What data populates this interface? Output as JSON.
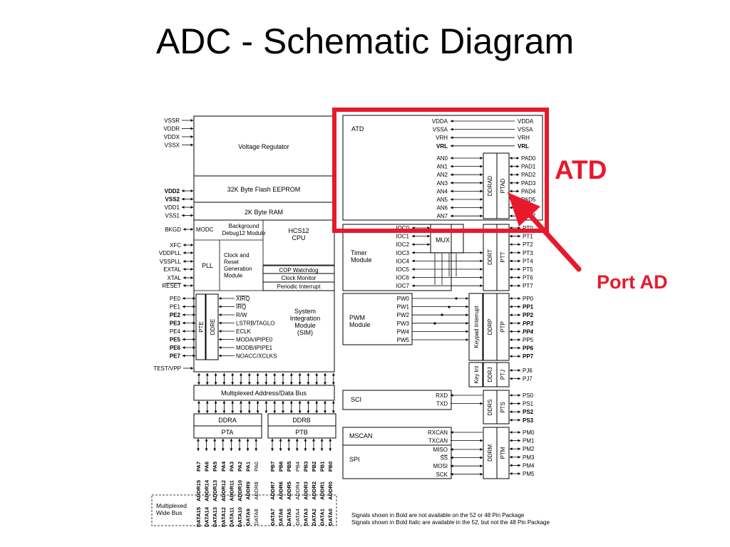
{
  "slide": {
    "title": "ADC - Schematic Diagram"
  },
  "annotations": {
    "atd": "ATD",
    "port_ad": "Port AD",
    "highlight_color": "#e8192c"
  },
  "blocks": {
    "voltage_regulator": "Voltage Regulator",
    "flash": "32K Byte Flash EEPROM",
    "ram": "2K Byte RAM",
    "bkgd_lines": [
      "Background",
      "Debug12 Module"
    ],
    "cpu_lines": [
      "HCS12",
      "CPU"
    ],
    "pll": "PLL",
    "ccr_lines": [
      "Clock and",
      "Reset",
      "Generation",
      "Module"
    ],
    "cop": "COP Watchdog",
    "clock_monitor": "Clock Monitor",
    "periodic": "Periodic Interrupt",
    "sim_lines": [
      "System",
      "Integration",
      "Module",
      "(SIM)"
    ],
    "dir_pe": "DDRE",
    "pte": "PTE",
    "bus": "Multiplexed Address/Data Bus",
    "ddra": "DDRA",
    "pta": "PTA",
    "ddrb": "DDRB",
    "ptb": "PTB",
    "atd": "ATD",
    "mux": "MUX",
    "timer_lines": [
      "Timer",
      "Module"
    ],
    "pwm_lines": [
      "PWM",
      "Module"
    ],
    "sci": "SCI",
    "mscan": "MSCAN",
    "spi": "SPI",
    "ddrad": "DDRAD",
    "ptad": "PTAD",
    "ddrt": "DDRT",
    "ptt": "PTT",
    "keypad": "Keypad Interrupt",
    "ddrp": "DDRP",
    "ptp": "PTP",
    "keyint": "Key Int",
    "ddrj": "DDRJ",
    "ptj": "PTJ",
    "ddrs": "DDRS",
    "pts": "PTS",
    "ddrm": "DDRM",
    "ptm": "PTM"
  },
  "left_supply_pins": [
    "VSSR",
    "VDDR",
    "VDDX",
    "VSSX"
  ],
  "left_power_pins": [
    "VDD2",
    "VSS2",
    "VDD1",
    "VSS1"
  ],
  "left_misc_pins": [
    "BKGD",
    "XFC",
    "VDDPLL",
    "VSSPLL",
    "EXTAL",
    "XTAL",
    "RESET"
  ],
  "modc": "MODC",
  "pe_pins": [
    "PE0",
    "PE1",
    "PE2",
    "PE3",
    "PE4",
    "PE5",
    "PE6",
    "PE7"
  ],
  "sim_signals": [
    "XIRQ",
    "IRQ",
    "R/W",
    "LSTRB/TAGLO",
    "ECLK",
    "MODA/IPIPE0",
    "MODB/IPIPE1",
    "NOACC/XCLKS"
  ],
  "test_pin": "TEST/VPP",
  "pa_pins": [
    "PA7",
    "PA6",
    "PA5",
    "PA4",
    "PA3",
    "PA2",
    "PA1",
    "PA0"
  ],
  "pa_addr": [
    "ADDR15",
    "ADDR14",
    "ADDR13",
    "ADDR12",
    "ADDR11",
    "ADDR10",
    "ADDR9",
    "ADDR8"
  ],
  "pa_data": [
    "DATA15",
    "DATA14",
    "DATA13",
    "DATA12",
    "DATA11",
    "DATA10",
    "DATA9",
    "DATA8"
  ],
  "pb_pins": [
    "PB7",
    "PB6",
    "PB5",
    "PB4",
    "PB3",
    "PB2",
    "PB1",
    "PB0"
  ],
  "pb_addr": [
    "ADDR7",
    "ADDR6",
    "ADDR5",
    "ADDR4",
    "ADDR3",
    "ADDR2",
    "ADDR1",
    "ADDR0"
  ],
  "pb_data": [
    "DATA7",
    "DATA6",
    "DATA5",
    "DATA4",
    "DATA3",
    "DATA2",
    "DATA1",
    "DATA0"
  ],
  "mux_wide_bus": [
    "Multiplexed",
    "Wide Bus"
  ],
  "atd_ref_inner": [
    "VDDA",
    "VSSA",
    "VRH",
    "VRL"
  ],
  "atd_ref_outer": [
    "VDDA",
    "VSSA",
    "VRH",
    "VRL"
  ],
  "an_pins": [
    "AN0",
    "AN1",
    "AN2",
    "AN3",
    "AN4",
    "AN5",
    "AN6",
    "AN7"
  ],
  "pad_pins": [
    "PAD0",
    "PAD1",
    "PAD2",
    "PAD3",
    "PAD4",
    "PAD5",
    "PAD6",
    "PAD7"
  ],
  "ioc_pins": [
    "IOC0",
    "IOC1",
    "IOC2",
    "IOC3",
    "IOC4",
    "IOC5",
    "IOC6",
    "IOC7"
  ],
  "pt_pins": [
    "PT0",
    "PT1",
    "PT2",
    "PT3",
    "PT4",
    "PT5",
    "PT6",
    "PT7"
  ],
  "pw_pins": [
    "PW0",
    "PW1",
    "PW2",
    "PW3",
    "PW4",
    "PW5"
  ],
  "pp_pins": [
    "PP0",
    "PP1",
    "PP2",
    "PP3",
    "PP4",
    "PP5",
    "PP6",
    "PP7"
  ],
  "pj_pins": [
    "PJ6",
    "PJ7"
  ],
  "sci_pins": [
    "RXD",
    "TXD"
  ],
  "ps_pins": [
    "PS0",
    "PS1",
    "PS2",
    "PS3"
  ],
  "mscan_pins": [
    "RXCAN",
    "TXCAN"
  ],
  "spi_pins": [
    "MISO",
    "SS",
    "MOSI",
    "SCK"
  ],
  "pm_pins": [
    "PM0",
    "PM1",
    "PM2",
    "PM3",
    "PM4",
    "PM5"
  ],
  "footnotes": [
    "Signals shown in Bold are not available on the 52 or 48 Pin Package",
    "Signals shown in Bold Italic are available in the 52, but not the 48 Pin Package"
  ]
}
